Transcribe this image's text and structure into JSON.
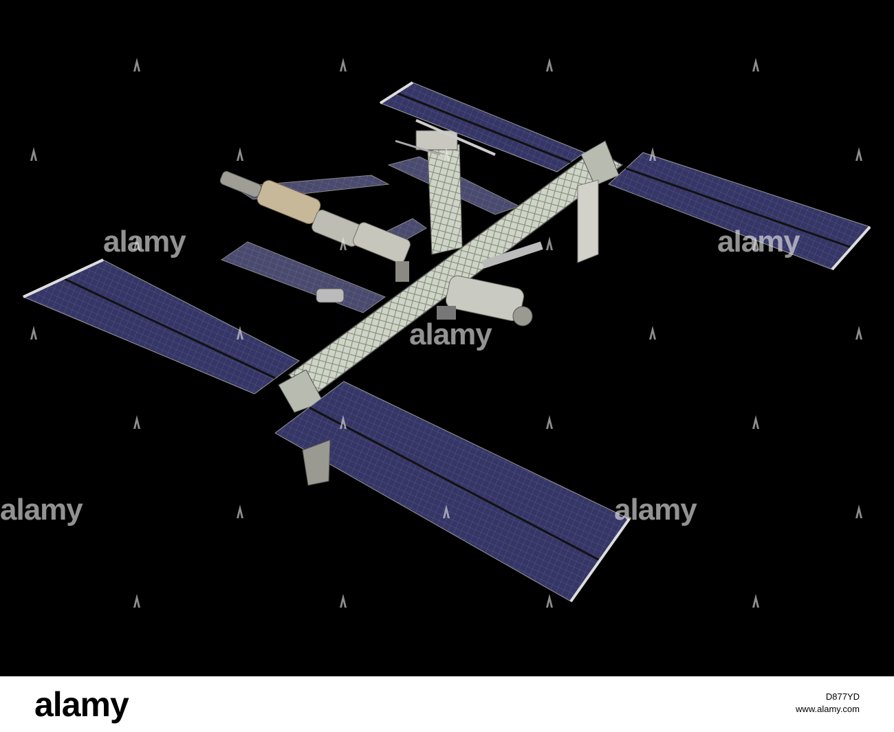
{
  "image": {
    "subject": "International Space Station",
    "background_color": "#000000"
  },
  "watermark": {
    "text": "alamy",
    "mark_icon": "alamy-a-mark-icon"
  },
  "footer": {
    "logo": "alamy",
    "image_id": "D877YD",
    "url": "www.alamy.com"
  },
  "colors": {
    "solar_panel": "#3a3a6a",
    "truss": "#c9cfc3",
    "module": "#bfc0b8",
    "footer_bg": "#ffffff"
  }
}
